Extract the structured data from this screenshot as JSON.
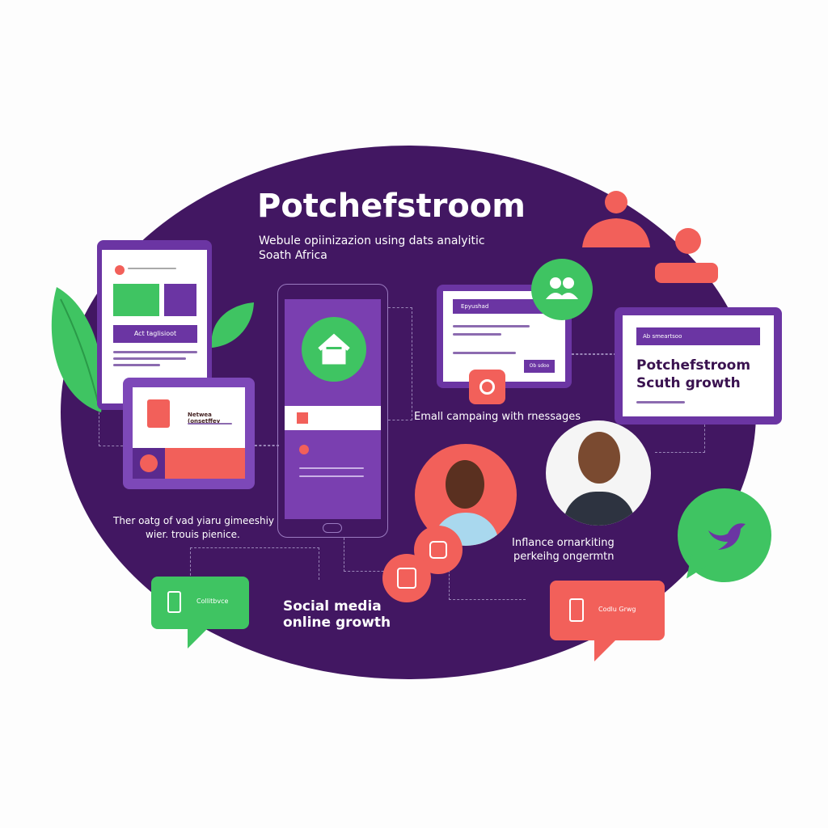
{
  "colors": {
    "purple_bg": "#421762",
    "purple": "#6b35a3",
    "green": "#3fc462",
    "coral": "#f2605a",
    "white": "#ffffff"
  },
  "header": {
    "title": "Potchefstroom",
    "subtitle_line1": "Webule opiinizazion using dats analyitic",
    "subtitle_line2": "Soath Africa"
  },
  "tablet": {
    "button_label": "Act taglisioot"
  },
  "shop_card": {
    "title": "Netwea (onsetffey"
  },
  "left_caption": {
    "line1": "Ther oatg of vad yiaru gimeeshiy",
    "line2": "wier. trouis pienice."
  },
  "email": {
    "header": "Epyushad",
    "button": "Ob sdoo",
    "caption": "Emall campaing with rnessages"
  },
  "growth_card": {
    "header": "Ab smeartsoo",
    "title_line1": "Potchefstroom",
    "title_line2": "Scuth growth"
  },
  "influencer": {
    "line1": "Inflance ornarkiting",
    "line2": "perkeihg ongermtn"
  },
  "social": {
    "line1": "Social media",
    "line2": "online growth"
  },
  "green_bubble": {
    "label": "Collitbvce"
  },
  "red_bubble": {
    "label": "Codlu Grwg"
  },
  "icons": [
    "leaf-icon",
    "house-icon",
    "people-icon",
    "twitter-icon",
    "shopping-bag-icon",
    "person-icon",
    "instagram-icon",
    "chat-icon"
  ]
}
